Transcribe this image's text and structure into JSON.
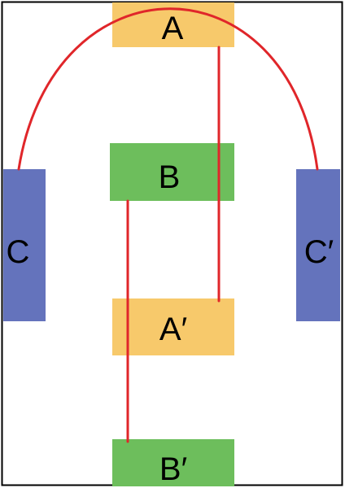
{
  "colors": {
    "yellow": "#F7C96B",
    "green": "#6DBE5C",
    "blue": "#6473BC",
    "line": "#E0262A",
    "frame": "#000000"
  },
  "nodes": {
    "a": {
      "label": "A",
      "color": "yellow"
    },
    "b": {
      "label": "B",
      "color": "green"
    },
    "a_prime": {
      "label": "A′",
      "color": "yellow"
    },
    "b_prime": {
      "label": "B′",
      "color": "green"
    },
    "c": {
      "label": "C",
      "color": "blue"
    },
    "c_prime": {
      "label": "C′",
      "color": "blue"
    }
  },
  "connections": [
    {
      "from": "a",
      "to": "a_prime",
      "style": "straight",
      "color": "line"
    },
    {
      "from": "b",
      "to": "b_prime",
      "style": "straight",
      "color": "line"
    },
    {
      "from": "c",
      "to": "c_prime",
      "style": "arc",
      "color": "line"
    }
  ]
}
